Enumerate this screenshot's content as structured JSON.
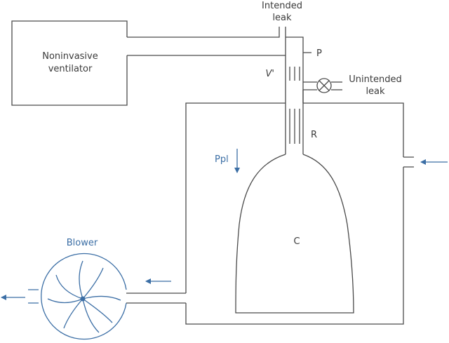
{
  "labels": {
    "ventilator_line1": "Noninvasive",
    "ventilator_line2": "ventilator",
    "intended_leak_line1": "Intended",
    "intended_leak_line2": "leak",
    "pressure": "P",
    "flow": "V'",
    "unintended_leak_line1": "Unintended",
    "unintended_leak_line2": "leak",
    "resistance": "R",
    "pleural_pressure_prefix": "P",
    "pleural_pressure_suffix": "pl",
    "compliance": "C",
    "blower": "Blower"
  },
  "colors": {
    "line": "#4a4a4a",
    "accent": "#3b6ea5",
    "text": "#3a3a3a"
  },
  "icons": {
    "leak_valve": "valve-cross-icon",
    "blower": "fan-icon"
  }
}
